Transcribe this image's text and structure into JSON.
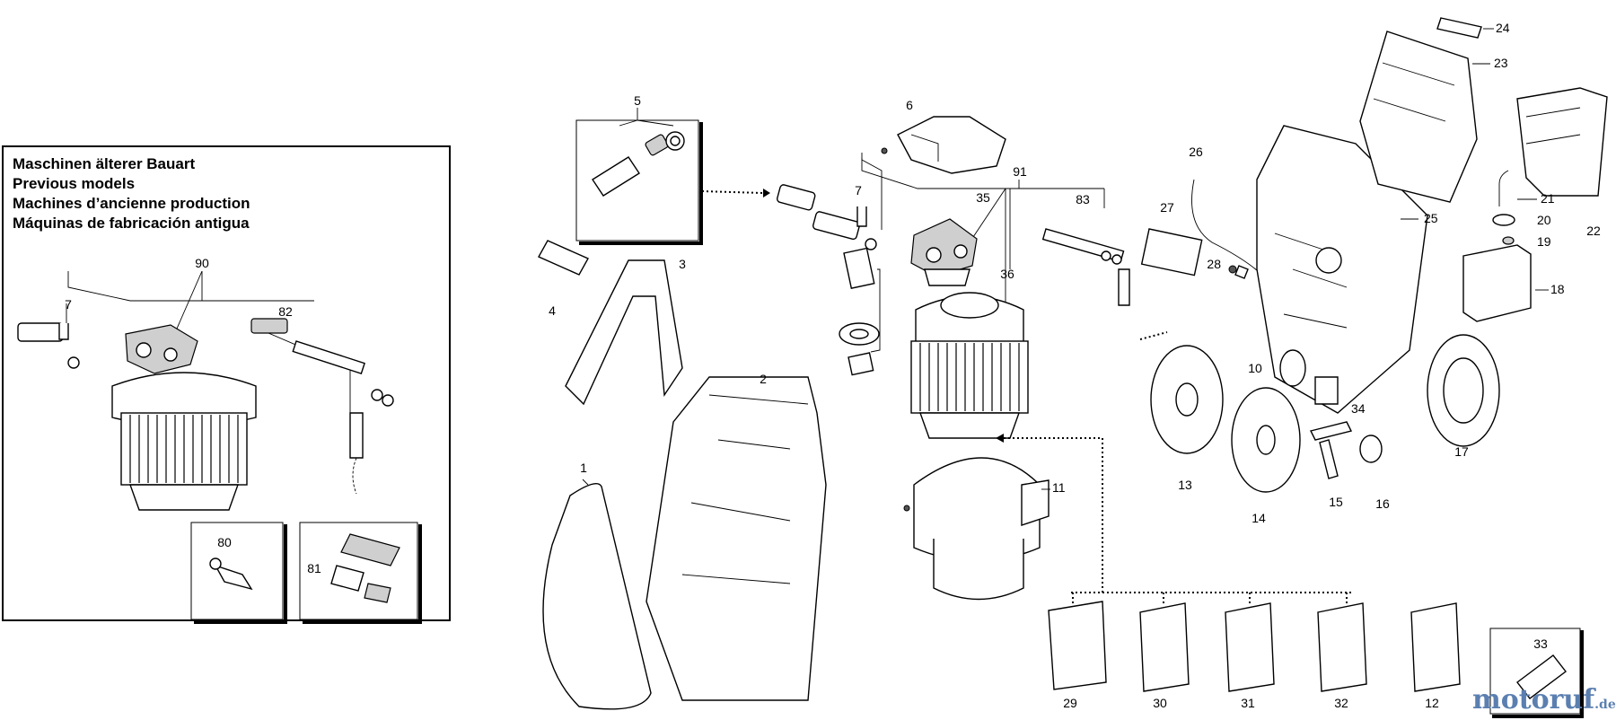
{
  "legend": {
    "lines": [
      "Maschinen älterer Bauart",
      "Previous models",
      "Machines d’ancienne production",
      "Máquinas de fabricación antigua"
    ]
  },
  "callouts": {
    "c1": "1",
    "c2": "2",
    "c3": "3",
    "c4": "4",
    "c5": "5",
    "c6": "6",
    "c7a": "7",
    "c7b": "7",
    "c10": "10",
    "c11": "11",
    "c12": "12",
    "c13": "13",
    "c14": "14",
    "c15": "15",
    "c16": "16",
    "c17": "17",
    "c18": "18",
    "c19": "19",
    "c20": "20",
    "c21": "21",
    "c22": "22",
    "c23": "23",
    "c24": "24",
    "c25": "25",
    "c26": "26",
    "c27": "27",
    "c28": "28",
    "c29": "29",
    "c30": "30",
    "c31": "31",
    "c32": "32",
    "c33": "33",
    "c34": "34",
    "c35": "35",
    "c36": "36",
    "c80": "80",
    "c81": "81",
    "c82": "82",
    "c83": "83",
    "c90": "90",
    "c91": "91"
  },
  "watermark": {
    "name": "motoruf",
    "tld": ".de"
  }
}
